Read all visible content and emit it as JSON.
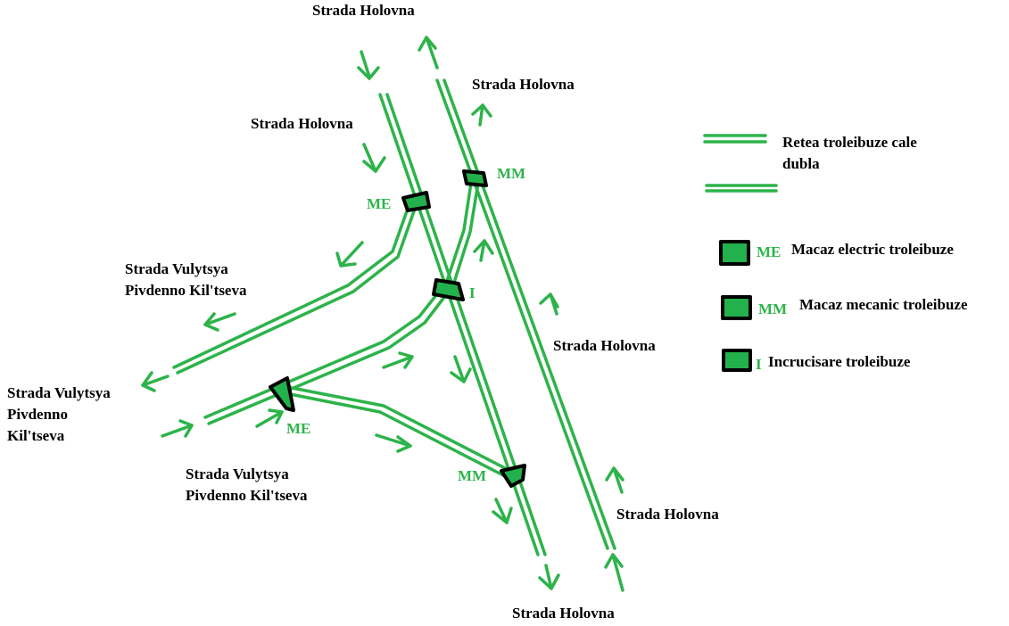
{
  "colors": {
    "wire": "#2db34a",
    "switch_fill": "#22b14c",
    "label_green": "#2db34a",
    "text": "#000000"
  },
  "streets": {
    "top": "Strada Holovna",
    "upper_right": "Strada Holovna",
    "upper_left": "Strada Holovna",
    "right_middle": "Strada Holovna",
    "lower_right": "Strada Holovna",
    "bottom": "Strada Holovna",
    "west_upper_1": "Strada Vulytsya",
    "west_upper_2": "Pivdenno Kil'tseva",
    "west_left_1": "Strada Vulytsya",
    "west_left_2": "Pivdenno",
    "west_left_3": "Kil'tseva",
    "west_lower_1": "Strada Vulytsya",
    "west_lower_2": "Pivdenno Kil'tseva"
  },
  "nodes": {
    "me_upper": "ME",
    "mm_upper": "MM",
    "i_center": "I",
    "me_lower": "ME",
    "mm_lower": "MM"
  },
  "legend": {
    "double_wire_line1": "Retea troleibuze cale",
    "double_wire_line2": "dubla",
    "me_code": "ME",
    "me_text": "Macaz electric troleibuze",
    "mm_code": "MM",
    "mm_text": "Macaz mecanic troleibuze",
    "i_code": "I",
    "i_text": "Incrucisare troleibuze"
  }
}
